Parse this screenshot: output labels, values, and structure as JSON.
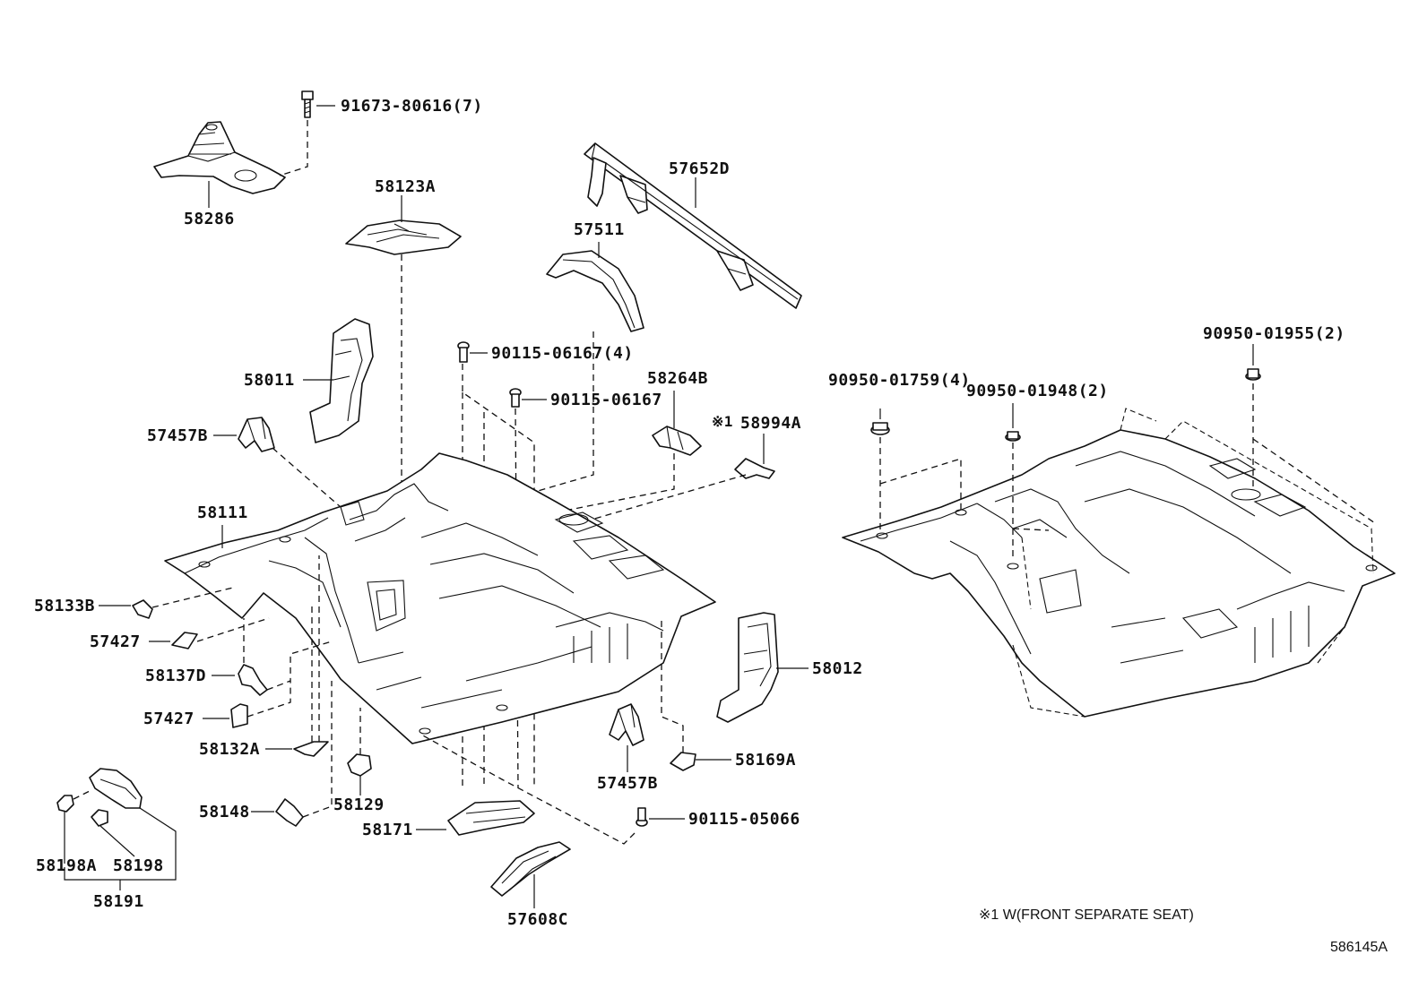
{
  "diagram": {
    "labels": {
      "bolt_top": "91673-80616(7)",
      "p58286": "58286",
      "p58123A": "58123A",
      "p57652D": "57652D",
      "p57511": "57511",
      "p58011": "58011",
      "p57457B_upper": "57457B",
      "p58111": "58111",
      "p58133B": "58133B",
      "p57427_upper": "57427",
      "p58137D": "58137D",
      "p57427_lower": "57427",
      "p58132A": "58132A",
      "p58148": "58148",
      "p58129": "58129",
      "p58171": "58171",
      "p57608C": "57608C",
      "p58198A": "58198A",
      "p58198": "58198",
      "p58191": "58191",
      "bolt_90115_06167_4": "90115-06167(4)",
      "bolt_90115_06167": "90115-06167",
      "p58264B": "58264B",
      "p58994A": "58994A",
      "note_mark": "※1",
      "p58012": "58012",
      "p57457B_lower": "57457B",
      "p58169A": "58169A",
      "bolt_90115_05066": "90115-05066",
      "plug_90950_01759_4": "90950-01759(4)",
      "plug_90950_01948_2": "90950-01948(2)",
      "plug_90950_01955_2": "90950-01955(2)"
    },
    "footnote": "※1 W(FRONT SEPARATE SEAT)",
    "figure_code": "586145A"
  }
}
